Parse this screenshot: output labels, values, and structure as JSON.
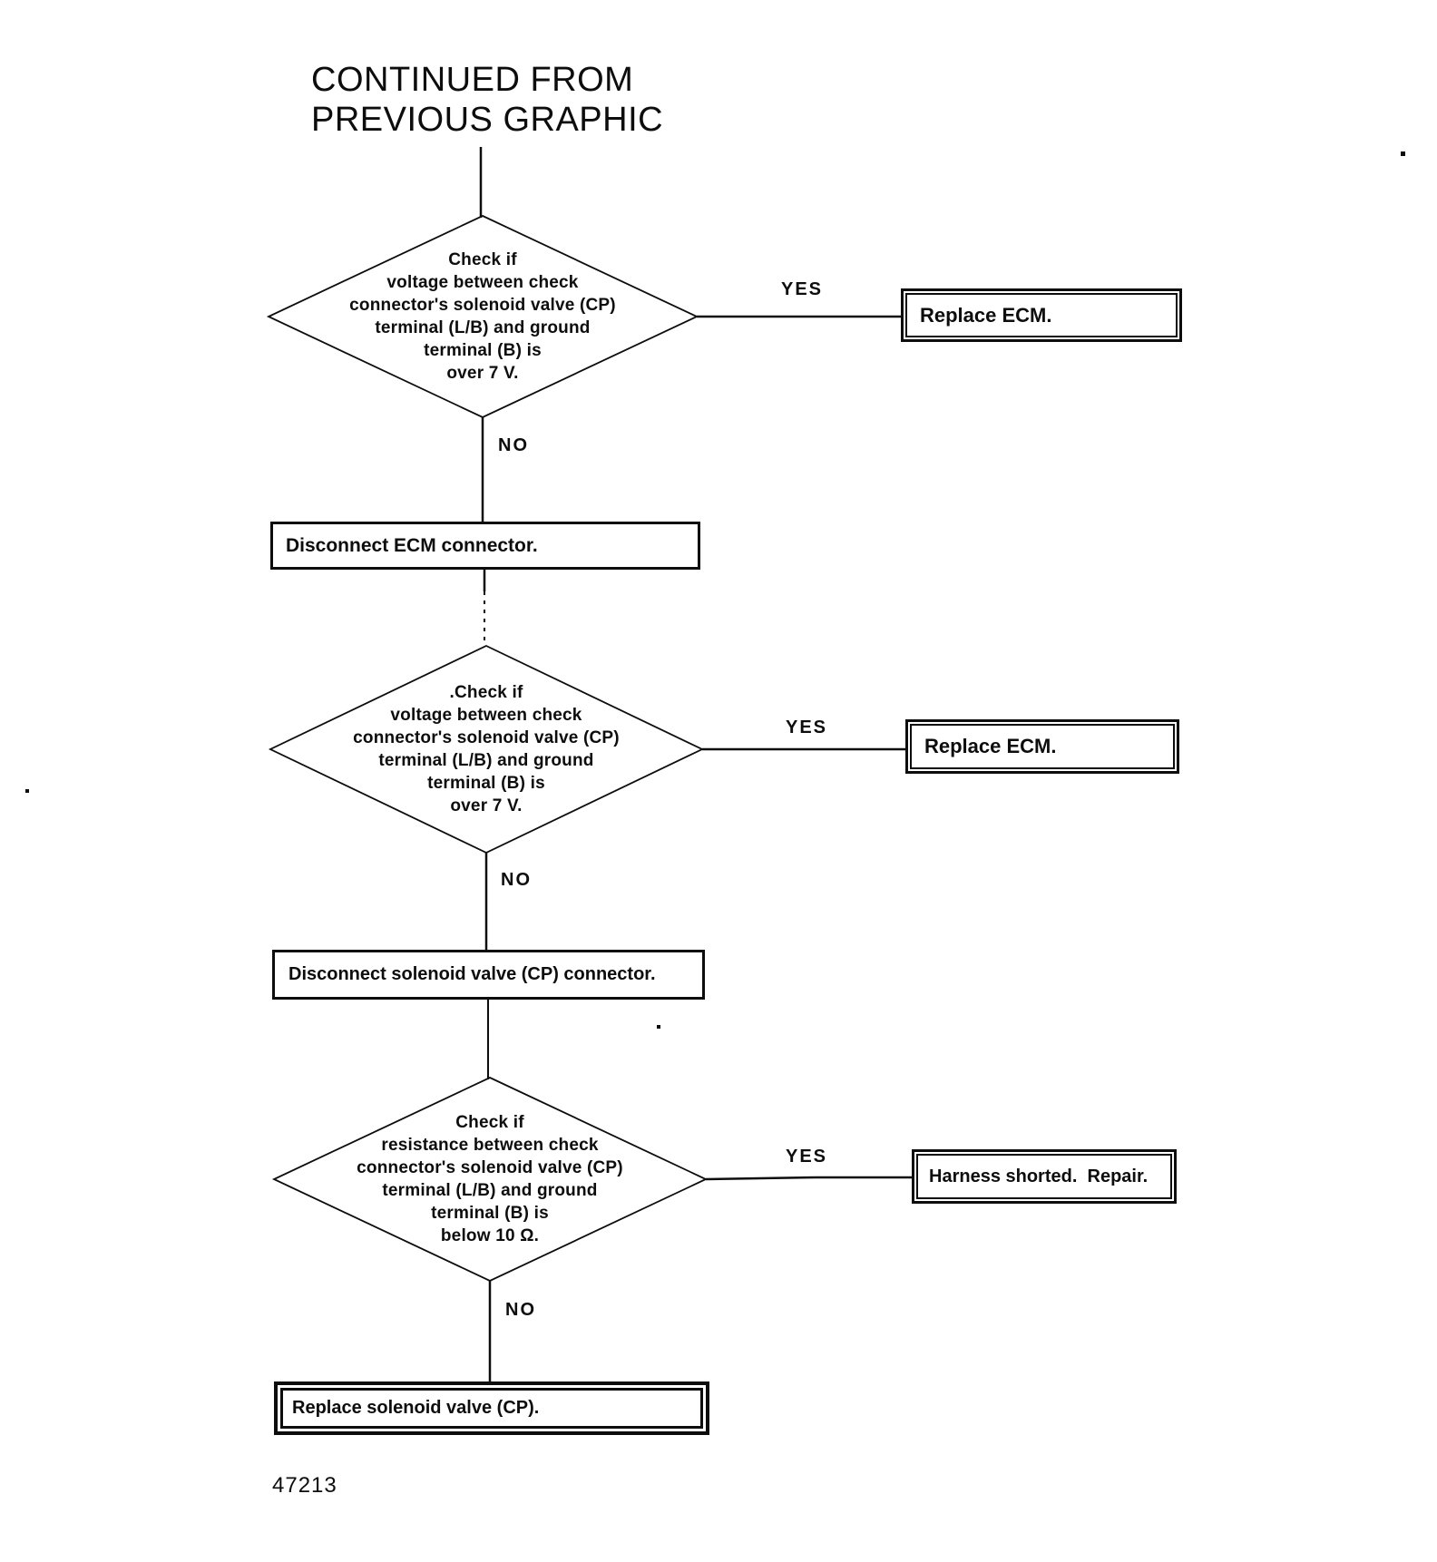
{
  "title": "CONTINUED FROM\nPREVIOUS GRAPHIC",
  "figure_number": "47213",
  "colors": {
    "ink": "#0d0d0d",
    "paper": "#ffffff"
  },
  "flowchart": {
    "decisions": [
      {
        "text": "Check if\nvoltage between check\nconnector's solenoid valve (CP)\nterminal (L/B) and ground\nterminal (B) is\nover 7 V.",
        "yes": "YES",
        "no": "NO"
      },
      {
        "text": ".Check if\nvoltage between check\nconnector's solenoid valve (CP)\nterminal (L/B) and ground\nterminal (B) is\nover 7 V.",
        "yes": "YES",
        "no": "NO"
      },
      {
        "text": "Check if\nresistance between check\nconnector's solenoid valve (CP)\nterminal (L/B) and ground\nterminal (B) is\nbelow 10 Ω.",
        "yes": "YES",
        "no": "NO"
      }
    ],
    "results": [
      {
        "text": "Replace ECM."
      },
      {
        "text": "Replace ECM."
      },
      {
        "text": "Harness shorted.  Repair."
      }
    ],
    "processes": [
      {
        "text": "Disconnect ECM connector."
      },
      {
        "text": "Disconnect solenoid valve (CP) connector."
      },
      {
        "text": "Replace solenoid valve (CP)."
      }
    ]
  }
}
